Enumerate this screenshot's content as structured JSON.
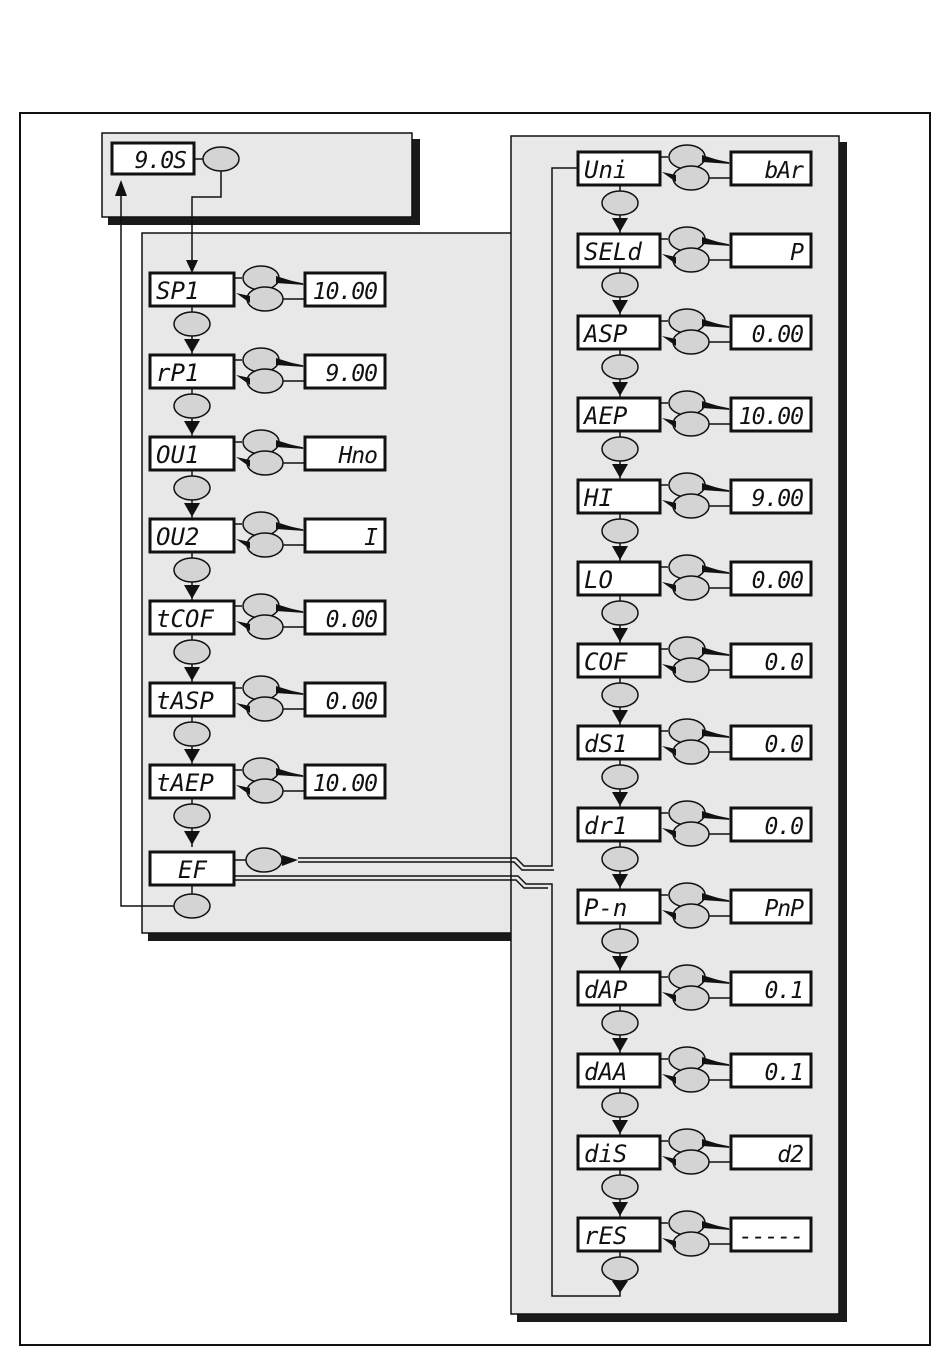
{
  "colors": {
    "panel": "#e8e8e8",
    "panel_shadow": "#1a1a1a",
    "button": "#d4d4d4",
    "line": "#111111",
    "display_bg": "#ffffff"
  },
  "home": {
    "display": "9.0S",
    "button_icon": "pushbutton-icon"
  },
  "menu_left": {
    "items": [
      {
        "code": "SP1",
        "value": "10.00"
      },
      {
        "code": "rP1",
        "value": "9.00"
      },
      {
        "code": "OU1",
        "value": "Hno"
      },
      {
        "code": "OU2",
        "value": "I"
      },
      {
        "code": "tCOF",
        "value": "0.00"
      },
      {
        "code": "tASP",
        "value": "0.00"
      },
      {
        "code": "tAEP",
        "value": "10.00"
      }
    ],
    "ef": {
      "code": "EF"
    }
  },
  "menu_right": {
    "items": [
      {
        "code": "Uni",
        "value": "bAr"
      },
      {
        "code": "SELd",
        "value": "P"
      },
      {
        "code": "ASP",
        "value": "0.00"
      },
      {
        "code": "AEP",
        "value": "10.00"
      },
      {
        "code": "HI",
        "value": "9.00"
      },
      {
        "code": "LO",
        "value": "0.00"
      },
      {
        "code": "COF",
        "value": "0.0"
      },
      {
        "code": "dS1",
        "value": "0.0"
      },
      {
        "code": "dr1",
        "value": "0.0"
      },
      {
        "code": "P-n",
        "value": "PnP"
      },
      {
        "code": "dAP",
        "value": "0.1"
      },
      {
        "code": "dAA",
        "value": "0.1"
      },
      {
        "code": "diS",
        "value": "d2"
      },
      {
        "code": "rES",
        "value": "-----"
      }
    ]
  }
}
